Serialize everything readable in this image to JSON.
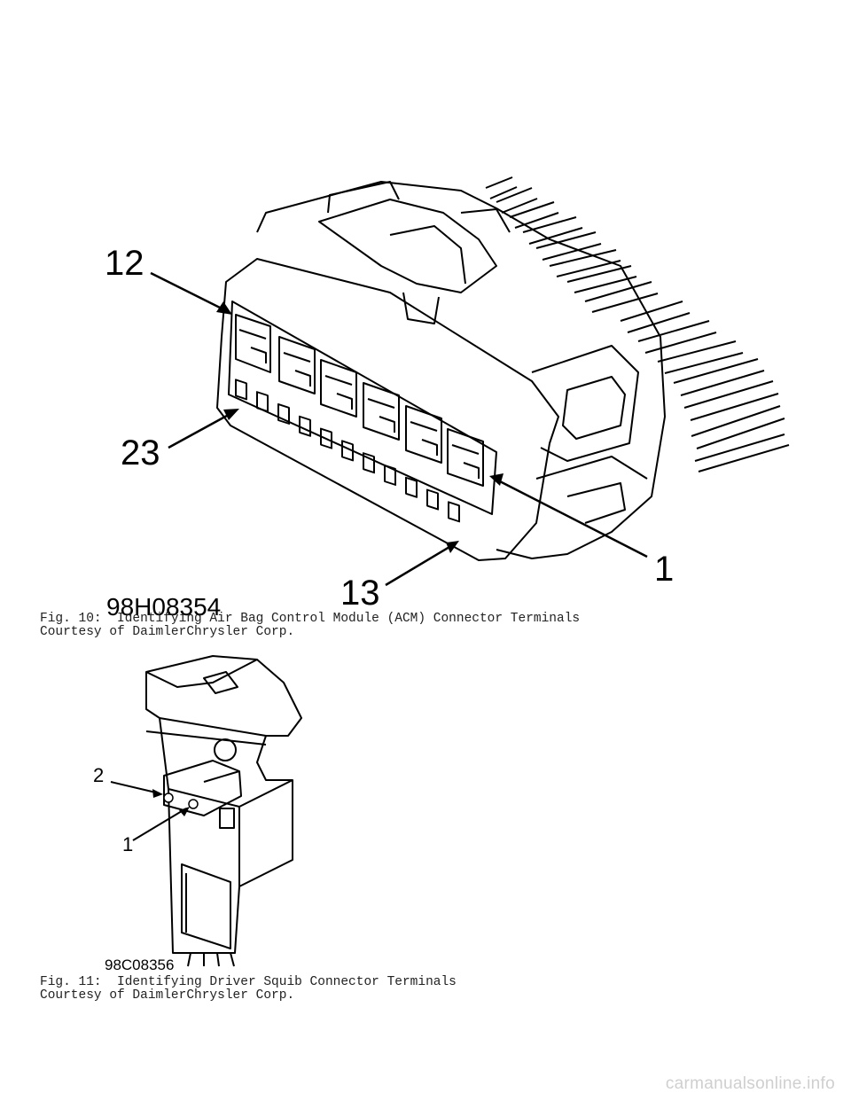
{
  "figure10": {
    "callouts": {
      "c12": "12",
      "c23": "23",
      "c1": "1",
      "c13": "13"
    },
    "part_number": "98H08354",
    "caption_line1": "Fig. 10:  Identifying Air Bag Control Module (ACM) Connector Terminals",
    "caption_line2": "Courtesy of DaimlerChrysler Corp."
  },
  "figure11": {
    "callouts": {
      "c2": "2",
      "c1": "1"
    },
    "part_number": "98C08356",
    "caption_line1": "Fig. 11:  Identifying Driver Squib Connector Terminals",
    "caption_line2": "Courtesy of DaimlerChrysler Corp."
  },
  "watermark": "carmanualsonline.info"
}
